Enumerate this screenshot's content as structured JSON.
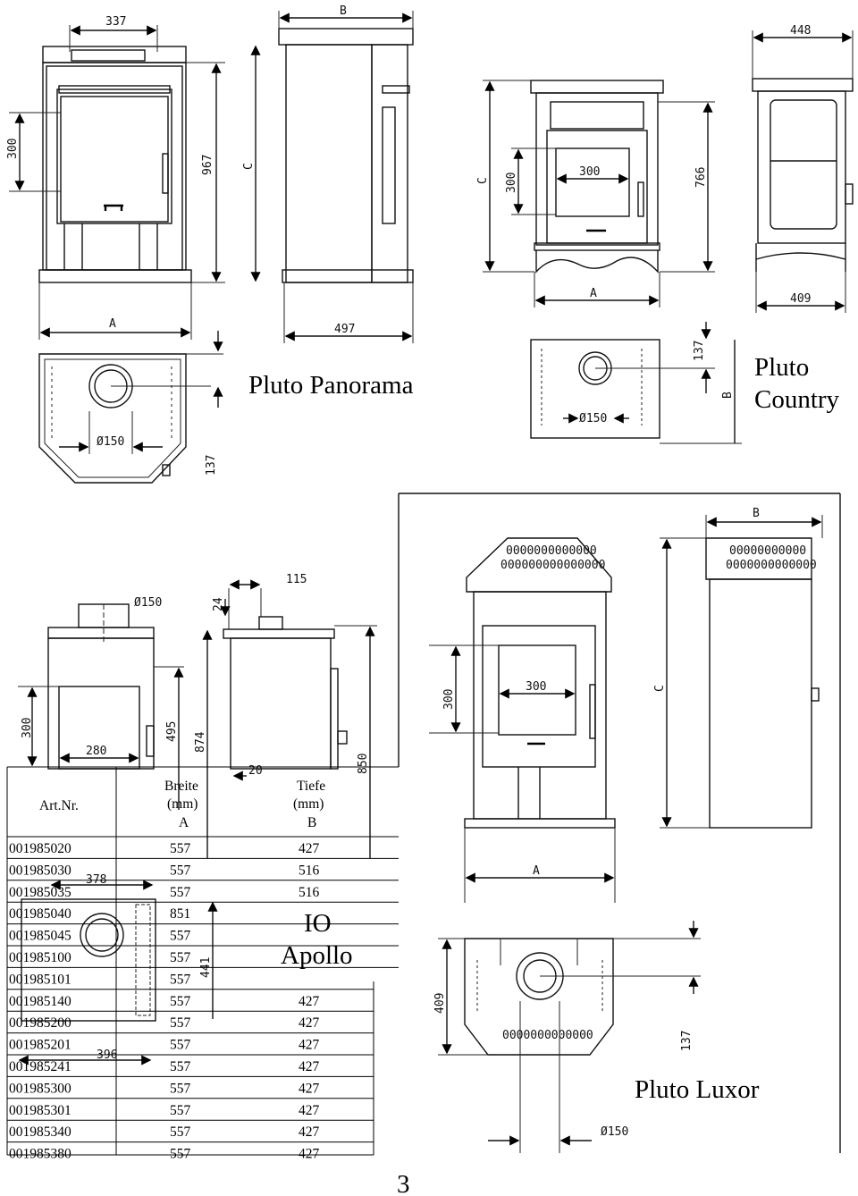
{
  "titles": {
    "pluto_panorama": "Pluto Panorama",
    "pluto_country_line1": "Pluto",
    "pluto_country_line2": "Country",
    "io_line1": "IO",
    "io_line2": "Apollo",
    "pluto_luxor": "Pluto Luxor"
  },
  "page_number": "3",
  "dimensions": {
    "panorama_337": "337",
    "panorama_B": "B",
    "panorama_300": "300",
    "panorama_967": "967",
    "panorama_C": "C",
    "panorama_A": "A",
    "panorama_497": "497",
    "panorama_d150": "Ø150",
    "panorama_137": "137",
    "country_448": "448",
    "country_C": "C",
    "country_300v": "300",
    "country_300h": "300",
    "country_766": "766",
    "country_A": "A",
    "country_409": "409",
    "country_137": "137",
    "country_B": "B",
    "country_d150": "Ø150",
    "apollo_d150": "Ø150",
    "apollo_115": "115",
    "apollo_24": "24",
    "apollo_300": "300",
    "apollo_280": "280",
    "apollo_495": "495",
    "apollo_874": "874",
    "apollo_850": "850",
    "apollo_20": "20",
    "apollo_378": "378",
    "apollo_441": "441",
    "apollo_396": "396",
    "luxor_B": "B",
    "luxor_C": "C",
    "luxor_300v": "300",
    "luxor_300h": "300",
    "luxor_A": "A",
    "luxor_409": "409",
    "luxor_137": "137",
    "luxor_d150": "Ø150"
  },
  "table": {
    "header": {
      "art": "Art.Nr.",
      "breite": "Breite",
      "breite_unit": "(mm)",
      "breite_code": "A",
      "tiefe": "Tiefe",
      "tiefe_unit": "(mm)",
      "tiefe_code": "B"
    },
    "rows": [
      {
        "art": "001985020",
        "a": "557",
        "b": "427"
      },
      {
        "art": "001985030",
        "a": "557",
        "b": "516"
      },
      {
        "art": "001985035",
        "a": "557",
        "b": "516"
      },
      {
        "art": "001985040",
        "a": "851",
        "b": ""
      },
      {
        "art": "001985045",
        "a": "557",
        "b": ""
      },
      {
        "art": "001985100",
        "a": "557",
        "b": ""
      },
      {
        "art": "001985101",
        "a": "557",
        "b": ""
      },
      {
        "art": "001985140",
        "a": "557",
        "b": "427"
      },
      {
        "art": "001985200",
        "a": "557",
        "b": "427"
      },
      {
        "art": "001985201",
        "a": "557",
        "b": "427"
      },
      {
        "art": "001985241",
        "a": "557",
        "b": "427"
      },
      {
        "art": "001985300",
        "a": "557",
        "b": "427"
      },
      {
        "art": "001985301",
        "a": "557",
        "b": "427"
      },
      {
        "art": "001985340",
        "a": "557",
        "b": "427"
      },
      {
        "art": "001985380",
        "a": "557",
        "b": "427"
      }
    ]
  }
}
